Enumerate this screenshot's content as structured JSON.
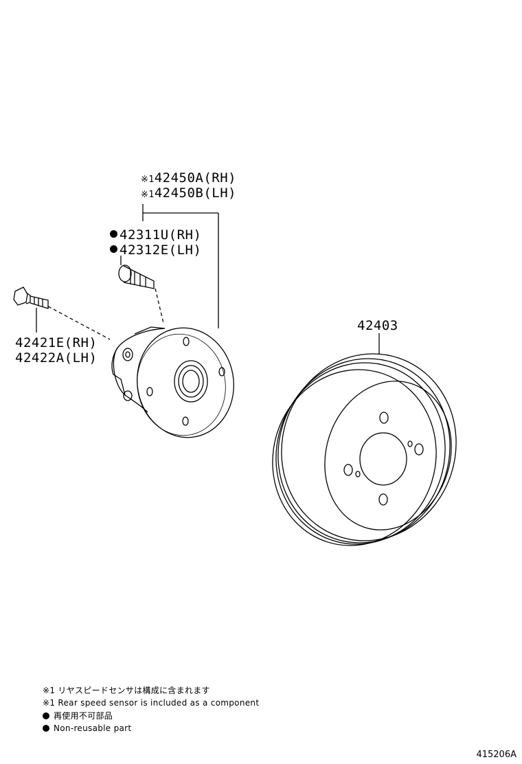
{
  "parts": {
    "hub_assy_rh": {
      "mark": "※1",
      "number": "42450A(RH)"
    },
    "hub_assy_lh": {
      "mark": "※1",
      "number": "42450B(LH)"
    },
    "hub_bolt_rh": "42311U(RH)",
    "hub_bolt_lh": "42312E(LH)",
    "flange_bolt_rh": "42421E(RH)",
    "flange_bolt_lh": "42422A(LH)",
    "brake_drum": "42403"
  },
  "notes": {
    "sensor_jp": "※1 リヤスピードセンサは構成に含まれます",
    "sensor_en": "※1 Rear speed sensor is included  as a component",
    "nonreusable_jp": "再使用不可部品",
    "nonreusable_en": "Non-reusable part"
  },
  "figure_id": "415206A"
}
